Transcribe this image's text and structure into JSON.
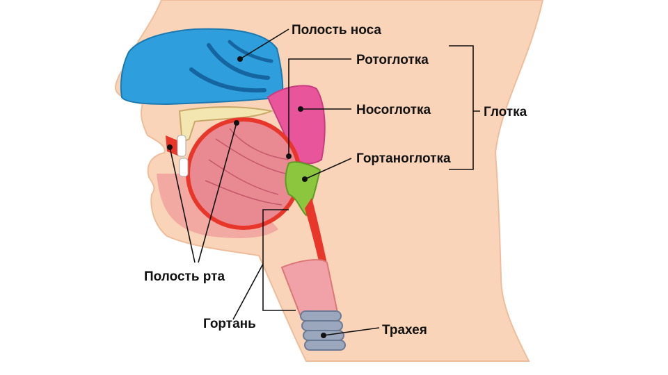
{
  "labels": {
    "nasal_cavity": "Полость носа",
    "oropharynx": "Ротоглотка",
    "nasopharynx": "Носоглотка",
    "laryngopharynx": "Гортаноглотка",
    "pharynx": "Глотка",
    "oral_cavity": "Полость рта",
    "larynx": "Гортань",
    "trachea": "Трахея"
  },
  "colors": {
    "skin": "#f9d4b8",
    "nasal": "#2e9fdc",
    "nasopharynx": "#e9559b",
    "laryngopharynx": "#8cc63f",
    "tongue": "#e98a92",
    "muscle": "#e8362b",
    "trachea_rings": "#9aa7bd"
  }
}
